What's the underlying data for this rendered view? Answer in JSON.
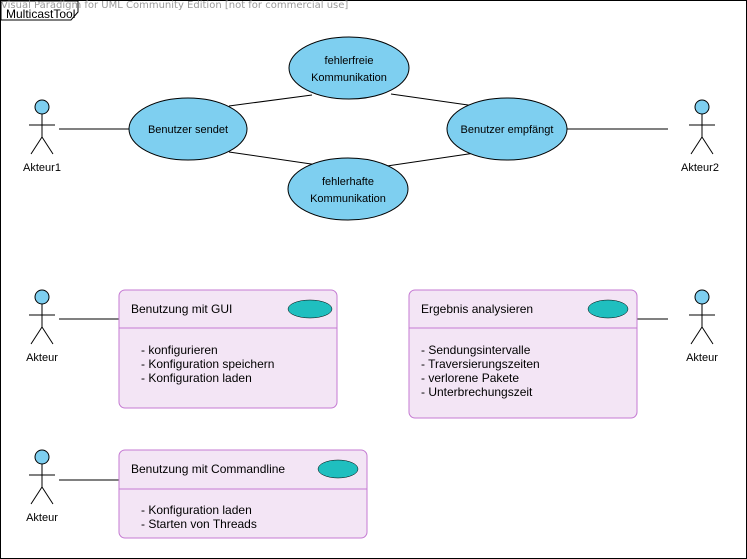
{
  "watermark": "Visual Paradigm for UML Community Edition [not for commercial use]",
  "frame_title": "MulticastTool",
  "actors": {
    "actor1": "Akteur1",
    "actor2": "Akteur2",
    "actor_gui": "Akteur",
    "actor_analysis": "Akteur",
    "actor_cli": "Akteur"
  },
  "use_cases": {
    "send": "Benutzer sendet",
    "receive": "Benutzer empfängt",
    "error_free": [
      "fehlerfreie",
      "Kommunikation"
    ],
    "faulty": [
      "fehlerhafte",
      "Kommunikation"
    ]
  },
  "boxes": {
    "gui": {
      "title": "Benutzung mit GUI",
      "items": [
        "- konfigurieren",
        "- Konfiguration speichern",
        "- Konfiguration laden"
      ]
    },
    "analysis": {
      "title": "Ergebnis analysieren",
      "items": [
        "- Sendungsintervalle",
        "- Traversierungszeiten",
        "- verlorene Pakete",
        "- Unterbrechungszeit"
      ]
    },
    "cli": {
      "title": "Benutzung mit Commandline",
      "items": [
        "- Konfiguration laden",
        "- Starten von Threads"
      ]
    }
  },
  "colors": {
    "use_case_fill": "#7ecff0",
    "actor_head_fill": "#7ecff0",
    "box_fill": "#f3e5f5",
    "box_border": "#c57ad3",
    "box_icon_fill": "#1fbfbf"
  }
}
